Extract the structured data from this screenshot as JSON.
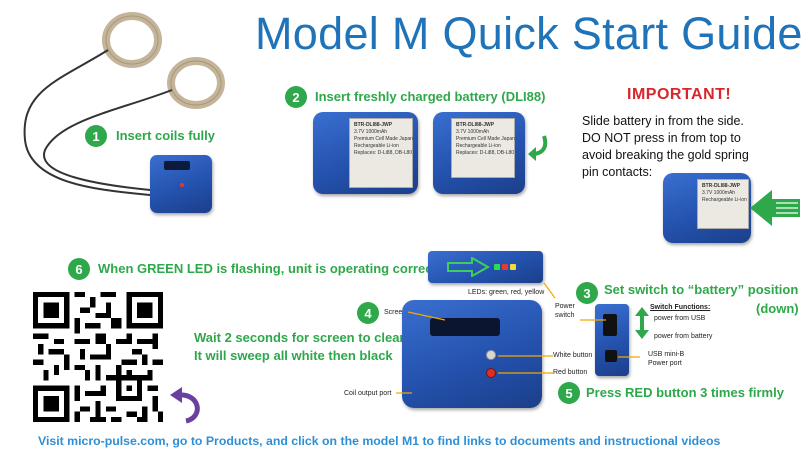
{
  "title": "Model M Quick Start Guide",
  "steps": [
    {
      "num": "1",
      "text": "Insert coils fully"
    },
    {
      "num": "2",
      "text": "Insert freshly charged battery (DLI88)"
    },
    {
      "num": "3",
      "text": "Set switch to “battery” position",
      "text2": "(down)"
    },
    {
      "num": "4",
      "text": "Wait 2 seconds for screen to clear",
      "text2": "It will sweep all white then black"
    },
    {
      "num": "5",
      "text": "Press RED button 3 times firmly"
    },
    {
      "num": "6",
      "text": "When GREEN LED is flashing, unit is operating correctly"
    }
  ],
  "important": {
    "heading": "IMPORTANT!",
    "lines": [
      "Slide battery in from the side.",
      "DO NOT press in from top to",
      "avoid breaking the gold spring",
      "pin contacts:"
    ]
  },
  "battery_label": {
    "model": "BTR-DLI88-JWP",
    "spec": "3.7V  1000mAh",
    "line1": "Premium Cell Made Japan",
    "line2": "Rechargeable Li-ion",
    "line3": "Replaces: D-Li88, DB-L80"
  },
  "labels": {
    "leds": "LEDs: green, red, yellow",
    "power_switch": "Power switch",
    "screen": "Screen",
    "white_button": "White button",
    "red_button": "Red button",
    "coil_port": "Coil output port",
    "switch_functions": "Switch Functions:",
    "usb_power": "power from USB",
    "battery_power": "power from battery",
    "usb_port": "USB mini-B Power port"
  },
  "footer": "Visit micro-pulse.com, go to Products, and click on the model M1 to find links to documents and instructional videos",
  "colors": {
    "title": "#1f73b9",
    "step_green": "#2ea84a",
    "important_red": "#d9262c",
    "footer_blue": "#2e8fd6",
    "device_blue": "#2452ae"
  }
}
